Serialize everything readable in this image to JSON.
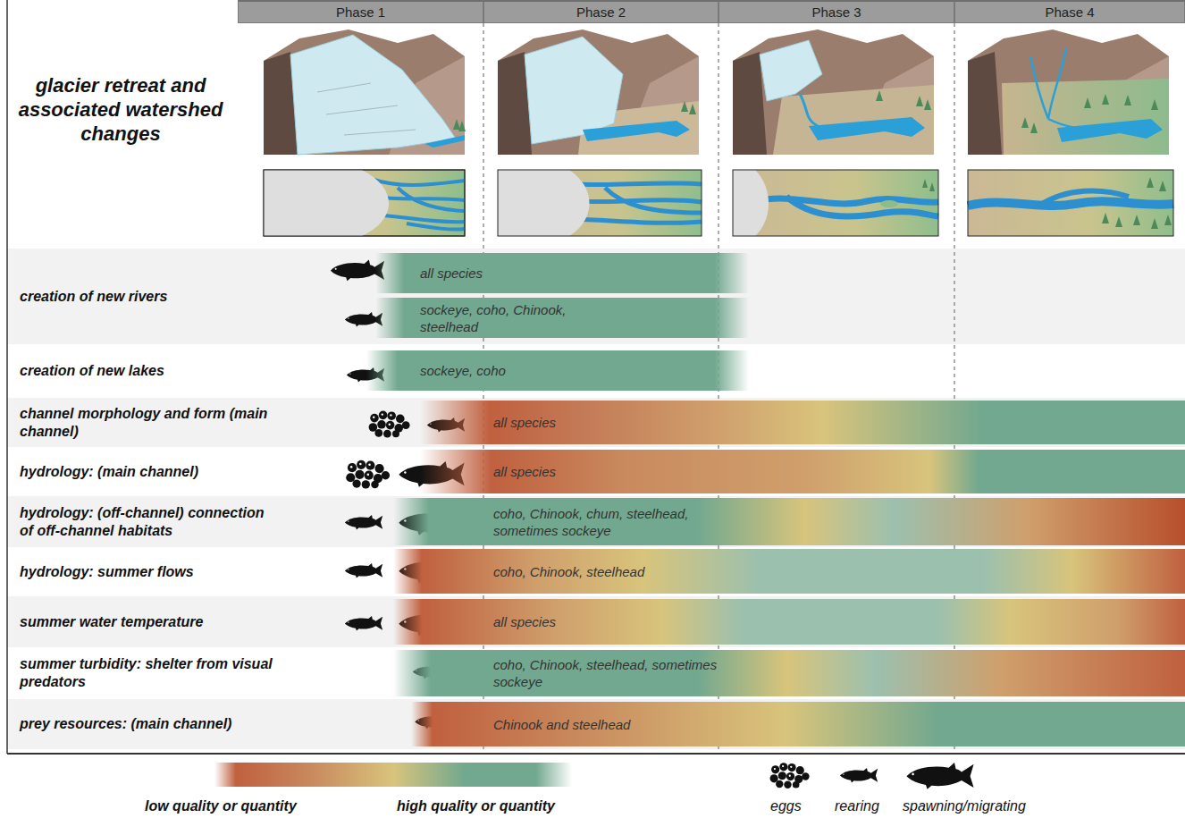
{
  "diagram": {
    "nodes": [
      {
        "text": [
          "Phase 1"
        ]
      },
      {
        "text": [
          "Phase 2"
        ]
      },
      {
        "text": [
          "Phase 3"
        ]
      },
      {
        "text": [
          "Phase 4"
        ]
      },
      {
        "text": [
          "creation of new rivers"
        ]
      },
      {
        "text": [
          "all species"
        ],
        "in": 4
      },
      {
        "text": [
          "sockeye, coho, Chinook, steelhead"
        ],
        "in": 4
      },
      {
        "text": [
          "creation of new lakes"
        ]
      },
      {
        "text": [
          "sockeye, coho"
        ],
        "in": 7
      },
      {
        "text": [
          "channel morphology and form (main channel)"
        ]
      },
      {
        "text": [
          "all species"
        ],
        "in": 9
      },
      {
        "text": [
          "hydrology: (main channel)"
        ]
      },
      {
        "text": [
          "all species"
        ],
        "in": 11
      },
      {
        "text": [
          "hydrology: (off-channel) connection of off-channel habitats"
        ]
      },
      {
        "text": [
          "coho, Chinook, chum, steelhead, sometimes sockeye"
        ],
        "in": 13
      },
      {
        "text": [
          "hydrology: summer flows"
        ]
      },
      {
        "text": [
          "coho, Chinook, steelhead"
        ],
        "in": 15
      },
      {
        "text": [
          "summer water temperature"
        ]
      },
      {
        "text": [
          "all species"
        ],
        "in": 17
      },
      {
        "text": [
          "summer turbidity: shelter from visual predators"
        ]
      },
      {
        "text": [
          "coho, Chinook, steelhead, sometimes sockeye"
        ],
        "in": 19
      },
      {
        "text": [
          "prey resources: (main channel)"
        ]
      },
      {
        "text": [
          "Chinook and steelhead"
        ],
        "in": 21
      }
    ],
    "labels": [
      "glacier retreat and associated watershed changes"
    ],
    "legend": [
      {
        "text": "low quality or quantity",
        "color": "#c0603f"
      },
      {
        "text": "high quality or quantity",
        "color": "#72a88f"
      },
      {
        "text": "eggs"
      },
      {
        "text": "rearing"
      },
      {
        "text": "spawning/migrating"
      }
    ]
  }
}
